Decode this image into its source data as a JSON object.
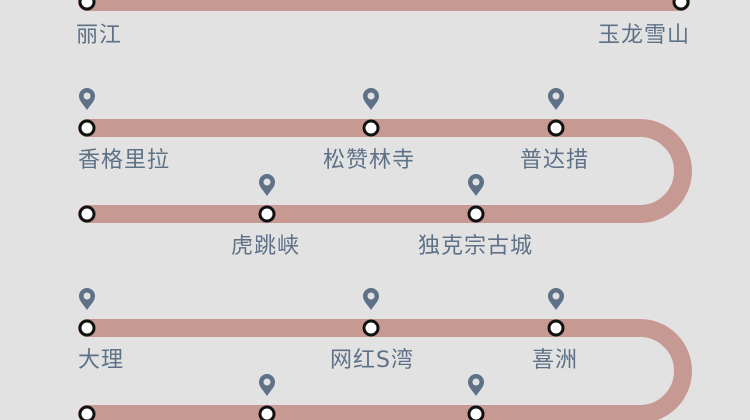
{
  "colors": {
    "background": "#e2e2e2",
    "track": "#c69a92",
    "pin": "#5f7187",
    "text": "#5f7187",
    "stop_fill": "#ffffff",
    "stop_stroke": "#111111"
  },
  "stops": [
    {
      "id": "lijiang",
      "label": "丽江",
      "icon": "map-pin-icon",
      "pinned": false
    },
    {
      "id": "yulong",
      "label": "玉龙雪山",
      "icon": "map-pin-icon",
      "pinned": false
    },
    {
      "id": "shangrila",
      "label": "香格里拉",
      "icon": "map-pin-icon",
      "pinned": true
    },
    {
      "id": "songzanlin",
      "label": "松赞林寺",
      "icon": "map-pin-icon",
      "pinned": true
    },
    {
      "id": "pudacuo",
      "label": "普达措",
      "icon": "map-pin-icon",
      "pinned": true
    },
    {
      "id": "hutiaoxia",
      "label": "虎跳峡",
      "icon": "map-pin-icon",
      "pinned": true
    },
    {
      "id": "dukezong",
      "label": "独克宗古城",
      "icon": "map-pin-icon",
      "pinned": true
    },
    {
      "id": "unlabeled-1",
      "label": "",
      "icon": "",
      "pinned": false
    },
    {
      "id": "dali",
      "label": "大理",
      "icon": "map-pin-icon",
      "pinned": true
    },
    {
      "id": "wanghong",
      "label": "网红S湾",
      "icon": "map-pin-icon",
      "pinned": true
    },
    {
      "id": "xizhou",
      "label": "喜洲",
      "icon": "map-pin-icon",
      "pinned": true
    },
    {
      "id": "unlabeled-2",
      "label": "",
      "icon": "",
      "pinned": false
    },
    {
      "id": "unlabeled-3",
      "label": "",
      "icon": "map-pin-icon",
      "pinned": true
    },
    {
      "id": "unlabeled-4",
      "label": "",
      "icon": "map-pin-icon",
      "pinned": true
    }
  ]
}
